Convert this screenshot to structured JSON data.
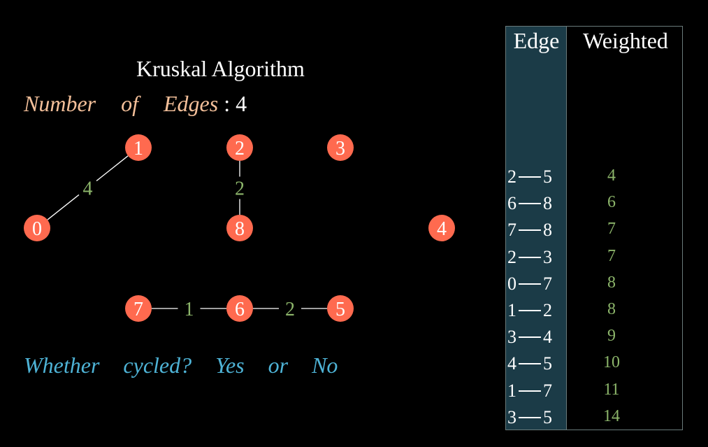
{
  "title": "Kruskal Algorithm",
  "edge_counter": {
    "label_words": [
      "Number",
      "of",
      "Edges"
    ],
    "value": "4"
  },
  "cycle_question": [
    "Whether",
    "cycled?",
    "Yes",
    "or",
    "No"
  ],
  "graph": {
    "nodes": [
      {
        "id": "0"
      },
      {
        "id": "1"
      },
      {
        "id": "2"
      },
      {
        "id": "3"
      },
      {
        "id": "4"
      },
      {
        "id": "5"
      },
      {
        "id": "6"
      },
      {
        "id": "7"
      },
      {
        "id": "8"
      }
    ],
    "edges": [
      {
        "from": "0",
        "to": "1",
        "weight": "4"
      },
      {
        "from": "2",
        "to": "8",
        "weight": "2"
      },
      {
        "from": "7",
        "to": "6",
        "weight": "1"
      },
      {
        "from": "6",
        "to": "5",
        "weight": "2"
      }
    ]
  },
  "table": {
    "headers": {
      "edge": "Edge",
      "weight": "Weighted"
    },
    "rows": [
      {
        "a": "2",
        "b": "5",
        "w": "4"
      },
      {
        "a": "6",
        "b": "8",
        "w": "6"
      },
      {
        "a": "7",
        "b": "8",
        "w": "7"
      },
      {
        "a": "2",
        "b": "3",
        "w": "7"
      },
      {
        "a": "0",
        "b": "7",
        "w": "8"
      },
      {
        "a": "1",
        "b": "2",
        "w": "8"
      },
      {
        "a": "3",
        "b": "4",
        "w": "9"
      },
      {
        "a": "4",
        "b": "5",
        "w": "10"
      },
      {
        "a": "1",
        "b": "7",
        "w": "11"
      },
      {
        "a": "3",
        "b": "5",
        "w": "14"
      }
    ]
  },
  "colors": {
    "node": "#ff6a4f",
    "weight": "#8cb56a",
    "edge_counter": "#f4c09a",
    "question": "#4eb3d6",
    "table_edge_col": "#1b3b47"
  }
}
